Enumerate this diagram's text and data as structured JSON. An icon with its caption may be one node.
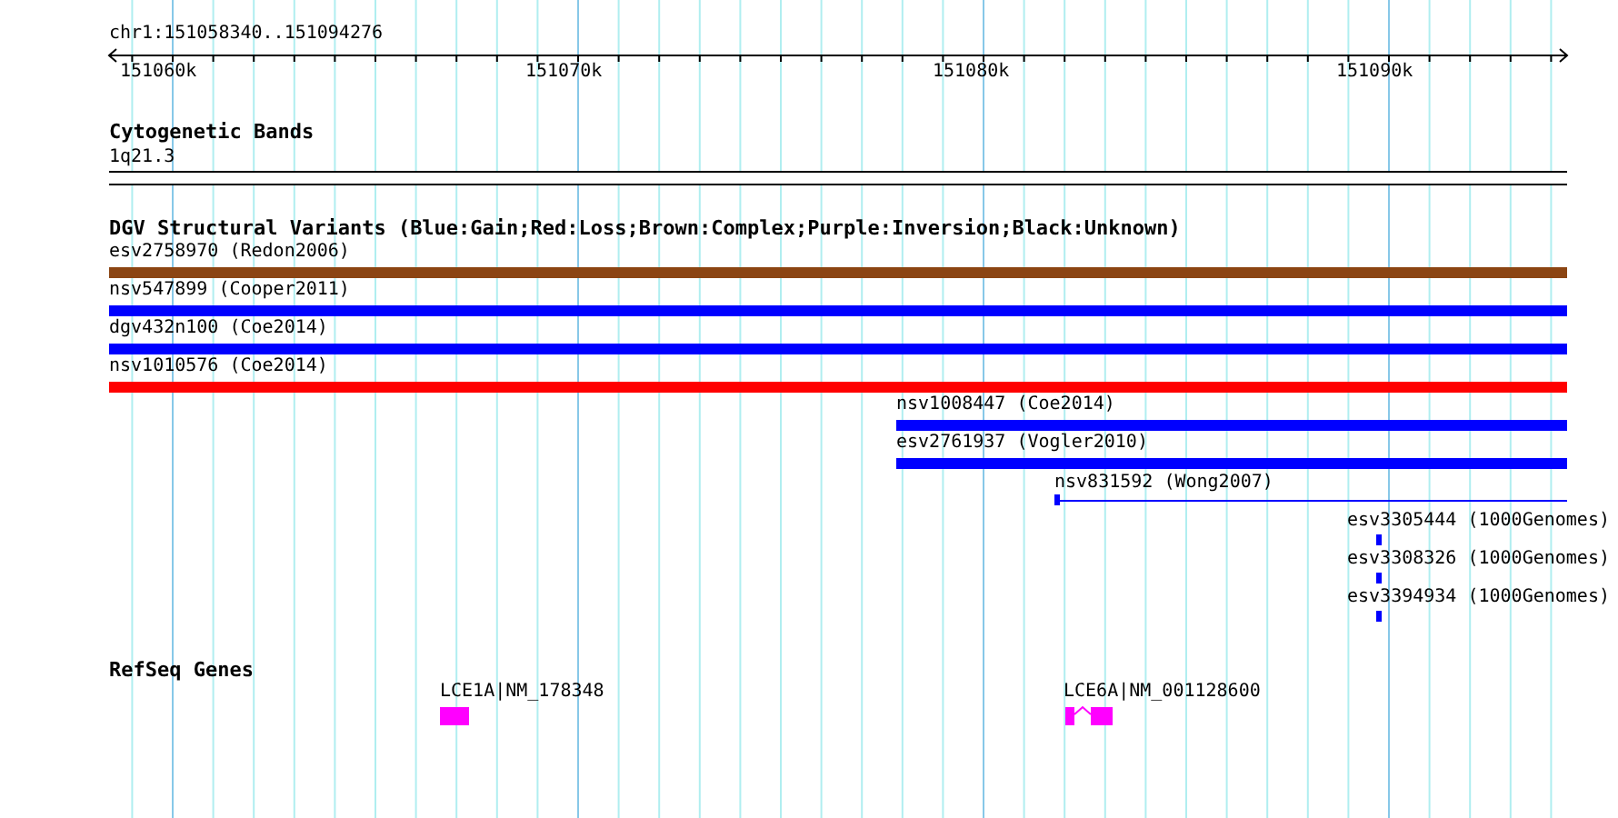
{
  "diagram": {
    "nodes": [
      {
        "text": [
          "1q21.3"
        ]
      },
      {
        "text": [
          "esv2758970 (Redon2006)"
        ]
      },
      {
        "text": [
          "nsv547899 (Cooper2011)"
        ]
      },
      {
        "text": [
          "dgv432n100 (Coe2014)"
        ]
      },
      {
        "text": [
          "nsv1010576 (Coe2014)"
        ]
      },
      {
        "text": [
          "nsv1008447 (Coe2014)"
        ]
      },
      {
        "text": [
          "esv2761937 (Vogler2010)"
        ]
      },
      {
        "text": [
          "nsv831592 (Wong2007)"
        ]
      },
      {
        "text": [
          "esv3305444 (1000Genomes)"
        ]
      },
      {
        "text": [
          "esv3308326 (1000Genomes)"
        ]
      },
      {
        "text": [
          "esv3394934 (1000Genomes)"
        ]
      },
      {
        "text": [
          "LCE1A|NM_178348"
        ]
      },
      {
        "text": [
          "LCE6A|NM_001128600"
        ]
      }
    ],
    "labels": [
      "chr1:151058340..151094276",
      "151060k",
      "151070k",
      "151080k",
      "151090k",
      "Cytogenetic Bands",
      "DGV Structural Variants (Blue:Gain;Red:Loss;Brown:Complex;Purple:Inversion;Black:Unknown)",
      "RefSeq Genes"
    ]
  }
}
